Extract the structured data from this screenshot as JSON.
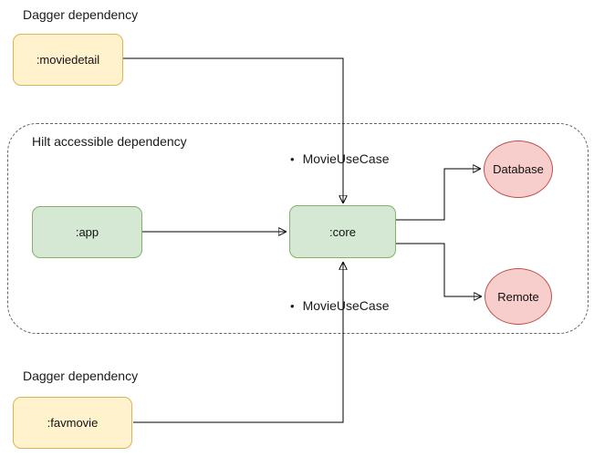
{
  "labels": {
    "dagger_top": "Dagger dependency",
    "hilt": "Hilt accessible dependency",
    "dagger_bottom": "Dagger dependency",
    "bullet": "•"
  },
  "nodes": {
    "moviedetail": ":moviedetail",
    "app": ":app",
    "core": ":core",
    "database": "Database",
    "remote": "Remote",
    "favmovie": ":favmovie"
  },
  "edge_labels": {
    "top": "MovieUseCase",
    "bottom": "MovieUseCase"
  },
  "edges": [
    {
      "from": ":moviedetail",
      "to": ":core",
      "label": "MovieUseCase"
    },
    {
      "from": ":app",
      "to": ":core",
      "label": ""
    },
    {
      "from": ":core",
      "to": "Database",
      "label": ""
    },
    {
      "from": ":core",
      "to": "Remote",
      "label": ""
    },
    {
      "from": ":favmovie",
      "to": ":core",
      "label": "MovieUseCase"
    }
  ],
  "colors": {
    "module_yellow_fill": "#fff2cc",
    "module_yellow_border": "#d6b656",
    "module_green_fill": "#d5e8d4",
    "module_green_border": "#82b366",
    "datasource_red_fill": "#f8cecc",
    "datasource_red_border": "#b85450",
    "boundary_dash": "#666666",
    "arrow": "#000000",
    "text": "#1a1a1a",
    "background": "#ffffff"
  }
}
